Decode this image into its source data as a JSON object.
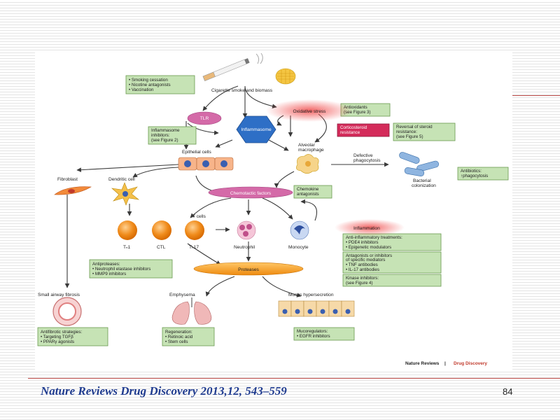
{
  "figure": {
    "top_labels": {
      "smoke": "Cigarette smoke and biomass"
    },
    "green_boxes": {
      "smoking": [
        "• Smoking cessation",
        "• Nicotine antagonists",
        "• Vaccination"
      ],
      "antioxidants": [
        "Antioxidants",
        "(see Figure 3)"
      ],
      "reversal": [
        "Reversal of steroid",
        "resistance:",
        "(see Figure 5)"
      ],
      "inflammasome_inhib": [
        "Inflammasome",
        "inhibitors:",
        "(see Figure 2)"
      ],
      "chemokine": [
        "Chemokine",
        "antagonists"
      ],
      "antibiotics": [
        "Antibiotics:",
        "↑phagocytosis"
      ],
      "anti_inflam_1": [
        "Anti-inflammatory treatments:",
        "• PDE4 inhibitors",
        "• Epigenetic modulators"
      ],
      "anti_inflam_2": [
        "Antagonists or inhibitors",
        "of specific mediators",
        "• TNF antibodies",
        "• IL-17 antibodies"
      ],
      "anti_inflam_3": [
        "Kinase inhibitors:",
        "(see Figure 4)"
      ],
      "antiproteases": [
        "Antiproteases:",
        "• Neutrophil elastase inhibitors",
        "• MMP9 inhibitors"
      ],
      "antifibrotic": [
        "Antifibrotic strategies:",
        "• Targeting TGFβ",
        "• PPARγ agonists"
      ],
      "regeneration": [
        "Regeneration:",
        "• Retinoic acid",
        "• Stem cells"
      ],
      "mucoregulators": [
        "Mucoregulators:",
        "• EGFR inhibitors"
      ]
    },
    "red_box": [
      "Corticosteroid",
      "resistance"
    ],
    "nodes": {
      "tlr": "TLR",
      "inflammasome": "Inflammasome",
      "oxidative_stress": "Oxidative stress",
      "epithelial": "Epithelial cells",
      "alveolar": [
        "Alveolar",
        "macrophage"
      ],
      "defective": [
        "Defective",
        "phagocytosis"
      ],
      "bacterial": [
        "Bacterial",
        "colonization"
      ],
      "fibroblast": "Fibroblast",
      "dendritic": "Dendritic cell",
      "chemotactic": "Chemotactic factors",
      "t_cells": "T cells",
      "th1": "Tₙ1",
      "ctl": "CTL",
      "th17": "Tₙ17",
      "neutrophil": "Neutrophil",
      "monocyte": "Monocyte",
      "inflammation": "Inflammation",
      "proteases": "Proteases",
      "small_airway": "Small airway fibrosis",
      "emphysema": "Emphysema",
      "mucus": "Mucus hypersecretion"
    },
    "credit": {
      "part1": "Nature Reviews",
      "sep": " | ",
      "part2": "Drug Discovery"
    }
  },
  "footer": {
    "citation": "Nature Reviews Drug Discovery 2013,12, 543–559",
    "page_number": "84"
  },
  "colors": {
    "box_green": "#c6e3b5",
    "box_green_border": "#6a9a50",
    "node_pink": "#d46aa8",
    "hex_blue": "#2e6fc6",
    "cell_orange": "#f08c1c",
    "proteases_orange": "#f29b28",
    "red_glow": "#f06a6a",
    "footer_blue": "#1f3b8f"
  }
}
